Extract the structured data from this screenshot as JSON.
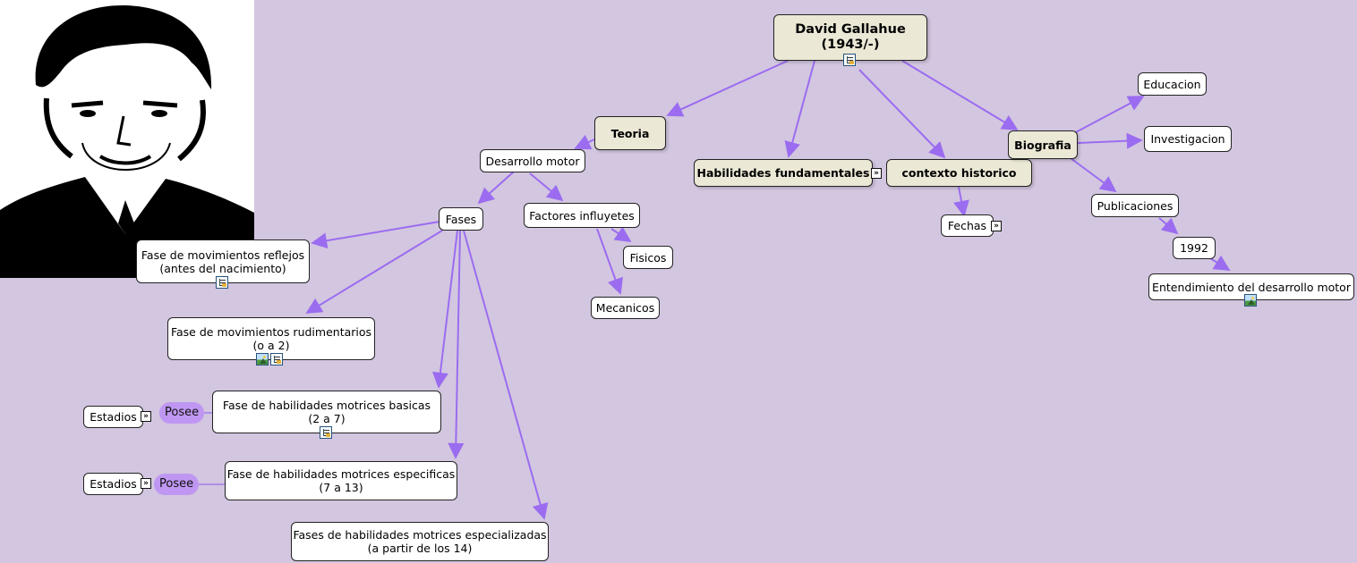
{
  "map": {
    "root": {
      "line1": "David Gallahue",
      "line2": "(1943/-)"
    },
    "teoria": "Teoria",
    "habilidades": "Habilidades fundamentales",
    "contexto": "contexto historico",
    "biografia": "Biografia",
    "desarrollo_motor": "Desarrollo motor",
    "fases": "Fases",
    "factores": "Factores influyetes",
    "fisicos": "Fisicos",
    "mecanicos": "Mecanicos",
    "fechas": "Fechas",
    "educacion": "Educacion",
    "investigacion": "Investigacion",
    "publicaciones": "Publicaciones",
    "year_1992": "1992",
    "entendimiento": "Entendimiento del desarrollo motor",
    "fase_reflejos": {
      "line1": "Fase de movimientos reflejos",
      "line2": "(antes del nacimiento)"
    },
    "fase_rudimentarios": {
      "line1": "Fase de movimientos rudimentarios",
      "line2": "(o a 2)"
    },
    "fase_basicas": {
      "line1": "Fase de habilidades motrices basicas",
      "line2": "(2 a 7)"
    },
    "fase_especificas": {
      "line1": "Fase de habilidades motrices especificas",
      "line2": "(7 a 13)"
    },
    "fase_especializadas": {
      "line1": "Fases de habilidades motrices especializadas",
      "line2": "(a partir de los 14)"
    },
    "estadios_1": "Estadios",
    "estadios_2": "Estadios",
    "posee_1": "Posee",
    "posee_2": "Posee",
    "expander_glyph": "»"
  },
  "colors": {
    "background": "#d3c6e0",
    "arrow": "#9b6cf0",
    "main_node_fill": "#ebe8d6",
    "linker_fill": "#bf97f2"
  },
  "icons": [
    "document-icon",
    "image-icon",
    "expand-icon"
  ]
}
